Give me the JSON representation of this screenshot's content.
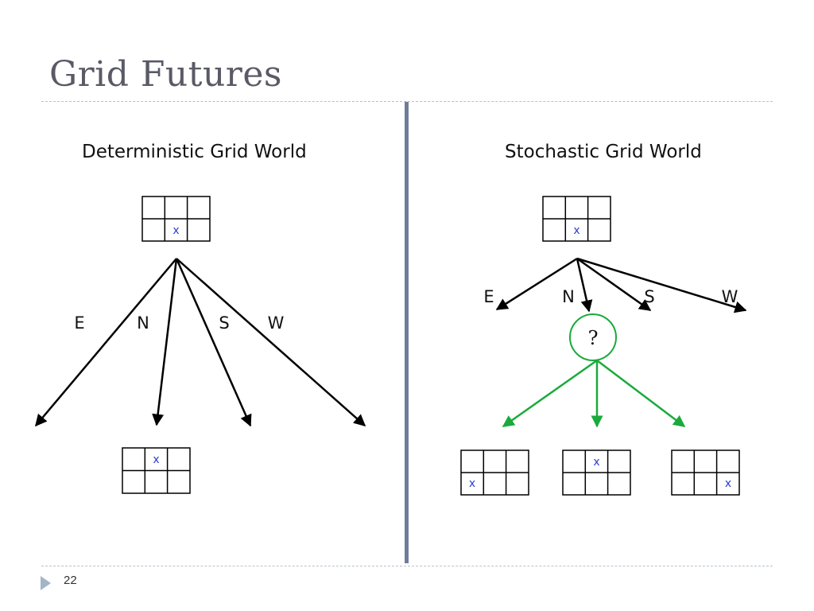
{
  "slide": {
    "title": "Grid Futures",
    "page_number": "22"
  },
  "deterministic": {
    "heading": "Deterministic Grid World",
    "actions": [
      "E",
      "N",
      "S",
      "W"
    ],
    "cell_mark": "x"
  },
  "stochastic": {
    "heading": "Stochastic Grid World",
    "actions": [
      "E",
      "N",
      "S",
      "W"
    ],
    "chance_node": "?",
    "cell_mark": "x"
  },
  "colors": {
    "title": "#5a5a66",
    "divider": "#6f7d9a",
    "outcome_arrows": "#1aaa3c",
    "mark": "#2b3fd0"
  }
}
